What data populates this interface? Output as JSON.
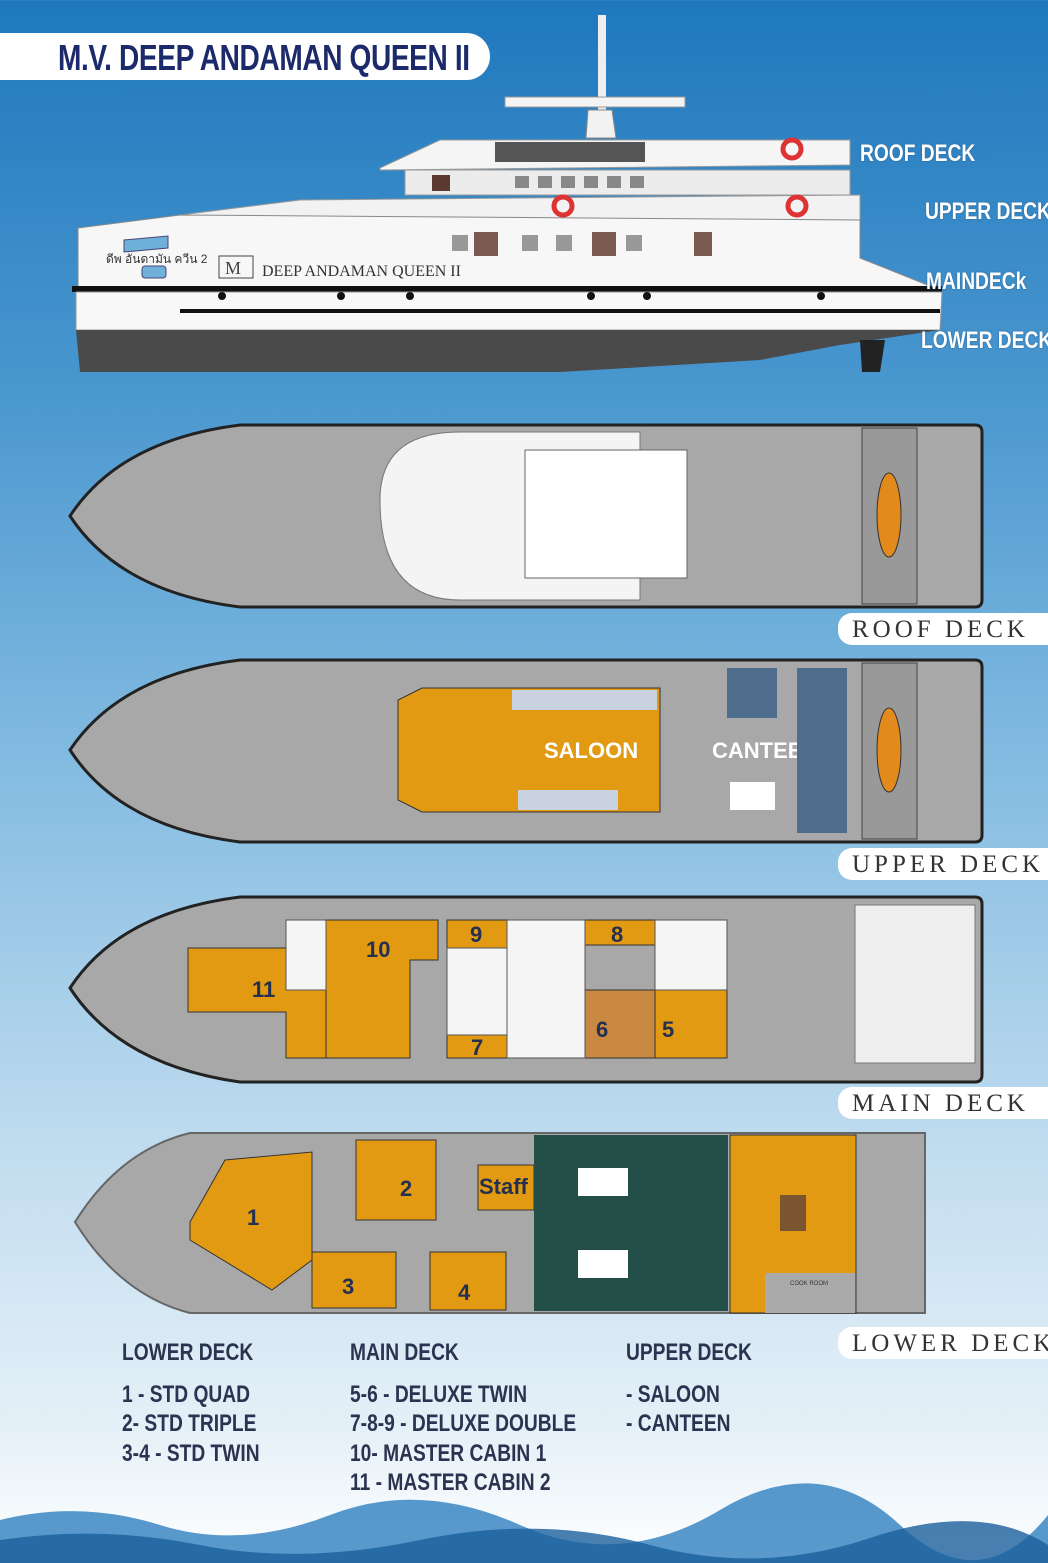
{
  "title": "M.V. DEEP ANDAMAN QUEEN II",
  "side_view": {
    "hull_name": "DEEP ANDAMAN QUEEN II",
    "hull_name_thai": "ดีพ อันดามัน ควีน 2",
    "labels": [
      "ROOF DECK",
      "UPPER DECK",
      "MAINDECk",
      "LOWER DECK"
    ]
  },
  "deck_tags": {
    "roof": "ROOF DECK",
    "upper": "UPPER DECK",
    "main": "MAIN DECK",
    "lower": "LOWER DECK"
  },
  "upper_deck": {
    "saloon": "SALOON",
    "canteen": "CANTEEN"
  },
  "main_deck": {
    "rooms": [
      "11",
      "10",
      "9",
      "8",
      "7",
      "6",
      "5"
    ]
  },
  "lower_deck": {
    "rooms": [
      "1",
      "2",
      "Staff",
      "3",
      "4"
    ],
    "cook_room": "COOK ROOM"
  },
  "legend": {
    "lower": {
      "heading": "LOWER DECK",
      "items": [
        "1 - STD QUAD",
        "2- STD TRIPLE",
        "3-4 - STD TWIN"
      ]
    },
    "main": {
      "heading": "MAIN DECK",
      "items": [
        "5-6 - DELUXE TWIN",
        "7-8-9 - DELUXE DOUBLE",
        "10- MASTER CABIN 1",
        "11 - MASTER CABIN 2"
      ]
    },
    "upper": {
      "heading": "UPPER DECK",
      "items": [
        "- SALOON",
        "- CANTEEN"
      ]
    }
  },
  "colors": {
    "cabin": "#e29a12",
    "deck": "#a8a8a8",
    "engine": "#234f48",
    "title": "#1c2a6b"
  }
}
